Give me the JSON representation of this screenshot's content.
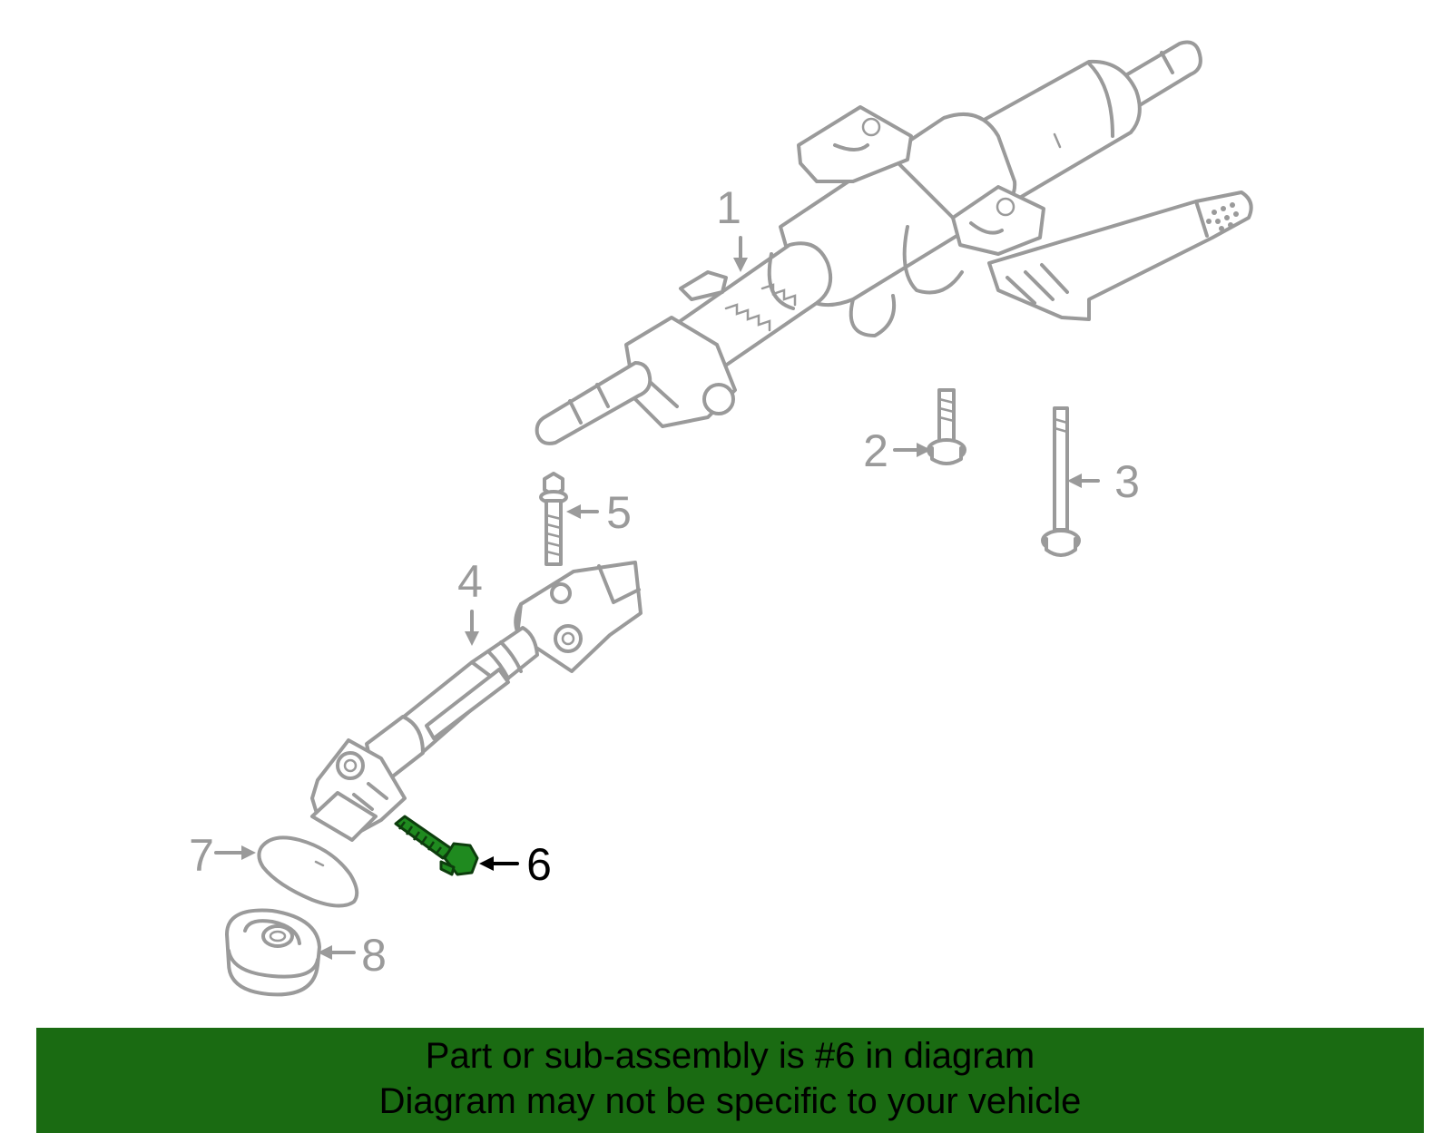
{
  "diagram": {
    "callouts": [
      {
        "number": "1"
      },
      {
        "number": "2"
      },
      {
        "number": "3"
      },
      {
        "number": "4"
      },
      {
        "number": "5"
      },
      {
        "number": "6",
        "highlighted": true
      },
      {
        "number": "7"
      },
      {
        "number": "8"
      }
    ],
    "colors": {
      "line_art": "#9a9a9a",
      "highlighted_part": "#1f8a1f",
      "banner_background": "#1a6b12",
      "highlighted_label": "#000000"
    }
  },
  "banner": {
    "line1": "Part or sub-assembly is #6 in diagram",
    "line2": "Diagram may not be specific to your vehicle"
  }
}
